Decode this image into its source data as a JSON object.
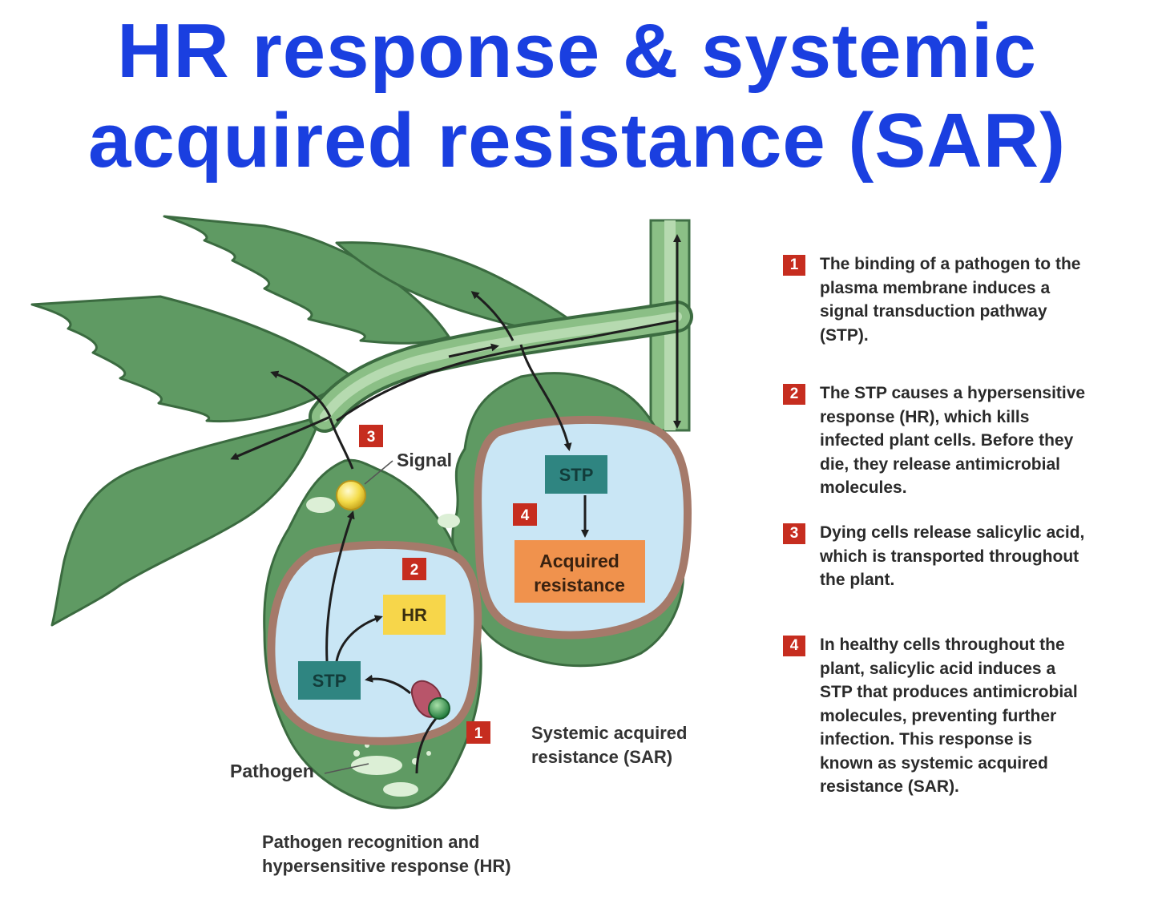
{
  "title": {
    "line1": "HR response & systemic",
    "line2": "acquired resistance (SAR)"
  },
  "diagram": {
    "signal_label": "Signal",
    "pathogen_label": "Pathogen",
    "hr_cell": {
      "stp": "STP",
      "hr": "HR"
    },
    "sar_cell": {
      "stp": "STP",
      "acquired_line1": "Acquired",
      "acquired_line2": "resistance"
    },
    "badges": [
      "1",
      "2",
      "3",
      "4"
    ],
    "caption_hr": [
      "Pathogen recognition and",
      "hypersensitive response (HR)"
    ],
    "caption_sar": [
      "Systemic acquired",
      "resistance (SAR)"
    ],
    "colors": {
      "leaf": "#5f9a63",
      "cell_wall": "#a57a6a",
      "cytoplasm": "#c9e6f5",
      "stp_box": "#2f8581",
      "hr_box": "#f7d64a",
      "acquired_box": "#f0924d",
      "badge": "#c62d1f",
      "title": "#1a3fe0"
    }
  },
  "steps": [
    {
      "num": "1",
      "lines": [
        "The binding of a pathogen to the",
        "plasma membrane induces a",
        "signal transduction pathway",
        "(STP)."
      ]
    },
    {
      "num": "2",
      "lines": [
        "The STP causes a hypersensitive",
        "response (HR), which kills",
        "infected plant cells. Before they",
        "die, they release antimicrobial",
        "molecules."
      ]
    },
    {
      "num": "3",
      "lines": [
        "Dying cells release salicylic acid,",
        "which is transported throughout",
        "the plant."
      ]
    },
    {
      "num": "4",
      "lines": [
        "In healthy cells throughout the",
        "plant, salicylic acid induces a",
        "STP that produces antimicrobial",
        "molecules, preventing further",
        "infection. This response is",
        "known as systemic acquired",
        "resistance (SAR)."
      ]
    }
  ]
}
